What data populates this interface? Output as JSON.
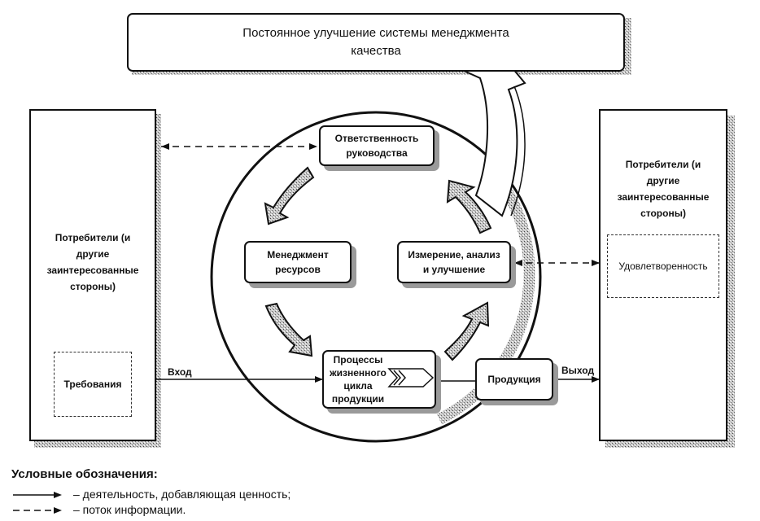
{
  "top_banner": {
    "line1": "Постоянное улучшение системы менеджмента",
    "line2": "качества"
  },
  "left_party": {
    "title_lines": [
      "Потребители (и",
      "другие",
      "заинтересованные",
      "стороны)"
    ],
    "inner_box": "Требования"
  },
  "right_party": {
    "title_lines": [
      "Потребители (и",
      "другие",
      "заинтересованные",
      "стороны)"
    ],
    "inner_box": "Удовлетворенность"
  },
  "cycle": {
    "management_responsibility": [
      "Ответственность",
      "руководства"
    ],
    "resource_management": [
      "Менеджмент",
      "ресурсов"
    ],
    "measurement": [
      "Измерение, анализ",
      "и улучшение"
    ],
    "product_realization": [
      "Процессы",
      "жизненного",
      "цикла",
      "продукции"
    ]
  },
  "product_box": "Продукция",
  "flow_labels": {
    "input": "Вход",
    "output": "Выход"
  },
  "legend": {
    "title": "Условные обозначения:",
    "items": [
      {
        "style": "solid",
        "text": "– деятельность, добавляющая ценность;"
      },
      {
        "style": "dashed",
        "text": "– поток информации."
      }
    ]
  }
}
